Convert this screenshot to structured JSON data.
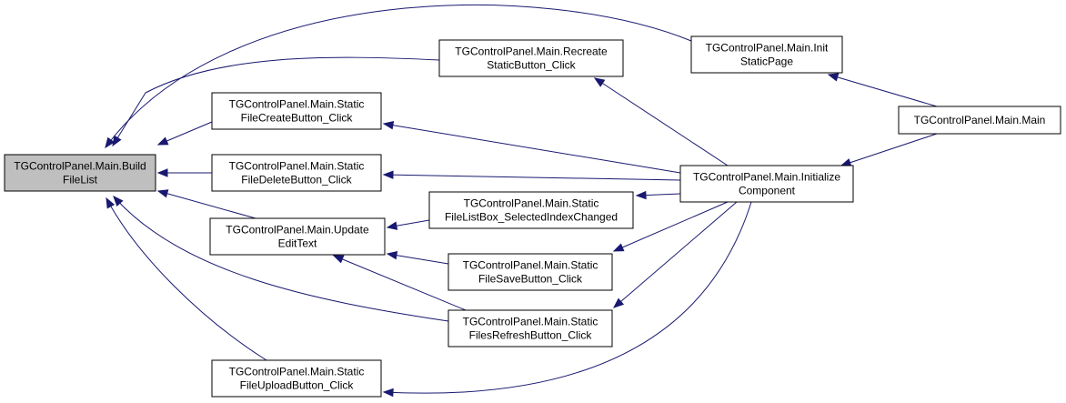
{
  "nodes": [
    {
      "id": "build_file_list",
      "lines": [
        "TGControlPanel.Main.Build",
        "FileList"
      ],
      "highlight": true
    },
    {
      "id": "recreate_static",
      "lines": [
        "TGControlPanel.Main.Recreate",
        "StaticButton_Click"
      ]
    },
    {
      "id": "init_static_page",
      "lines": [
        "TGControlPanel.Main.Init",
        "StaticPage"
      ]
    },
    {
      "id": "main",
      "lines": [
        "TGControlPanel.Main.Main"
      ]
    },
    {
      "id": "static_create",
      "lines": [
        "TGControlPanel.Main.Static",
        "FileCreateButton_Click"
      ]
    },
    {
      "id": "static_delete",
      "lines": [
        "TGControlPanel.Main.Static",
        "FileDeleteButton_Click"
      ]
    },
    {
      "id": "initialize_component",
      "lines": [
        "TGControlPanel.Main.Initialize",
        "Component"
      ]
    },
    {
      "id": "update_edit_text",
      "lines": [
        "TGControlPanel.Main.Update",
        "EditText"
      ]
    },
    {
      "id": "static_listbox",
      "lines": [
        "TGControlPanel.Main.Static",
        "FileListBox_SelectedIndexChanged"
      ]
    },
    {
      "id": "static_save",
      "lines": [
        "TGControlPanel.Main.Static",
        "FileSaveButton_Click"
      ]
    },
    {
      "id": "static_refresh",
      "lines": [
        "TGControlPanel.Main.Static",
        "FilesRefreshButton_Click"
      ]
    },
    {
      "id": "static_upload",
      "lines": [
        "TGControlPanel.Main.Static",
        "FileUploadButton_Click"
      ]
    }
  ],
  "edges": [
    {
      "from": "init_static_page",
      "to": "build_file_list"
    },
    {
      "from": "recreate_static",
      "to": "build_file_list"
    },
    {
      "from": "static_create",
      "to": "build_file_list"
    },
    {
      "from": "static_delete",
      "to": "build_file_list"
    },
    {
      "from": "update_edit_text",
      "to": "build_file_list"
    },
    {
      "from": "static_refresh",
      "to": "build_file_list"
    },
    {
      "from": "static_upload",
      "to": "build_file_list"
    },
    {
      "from": "main",
      "to": "init_static_page"
    },
    {
      "from": "initialize_component",
      "to": "recreate_static"
    },
    {
      "from": "initialize_component",
      "to": "static_create"
    },
    {
      "from": "initialize_component",
      "to": "static_delete"
    },
    {
      "from": "initialize_component",
      "to": "static_listbox"
    },
    {
      "from": "initialize_component",
      "to": "static_save"
    },
    {
      "from": "initialize_component",
      "to": "static_refresh"
    },
    {
      "from": "initialize_component",
      "to": "static_upload"
    },
    {
      "from": "main",
      "to": "initialize_component"
    },
    {
      "from": "static_listbox",
      "to": "update_edit_text"
    },
    {
      "from": "static_save",
      "to": "update_edit_text"
    },
    {
      "from": "static_refresh",
      "to": "update_edit_text"
    }
  ],
  "colors": {
    "edge": "#191970",
    "highlight_fill": "#bfbfbf",
    "node_border": "#000000"
  }
}
